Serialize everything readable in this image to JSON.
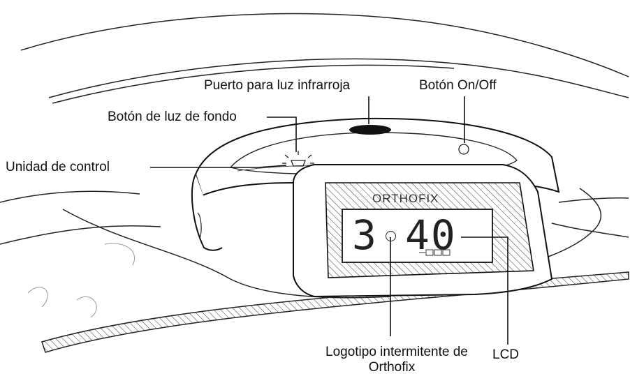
{
  "labels": {
    "ir_port": "Puerto para luz infrarroja",
    "on_off": "Botón On/Off",
    "backlight": "Botón de luz de fondo",
    "control_unit": "Unidad de control",
    "flashing_logo_line1": "Logotipo intermitente de",
    "flashing_logo_line2": "Orthofix",
    "lcd": "LCD"
  },
  "device": {
    "brand": "ORTHOFIX",
    "display_digit_left": "3",
    "display_digits_right": "40"
  }
}
